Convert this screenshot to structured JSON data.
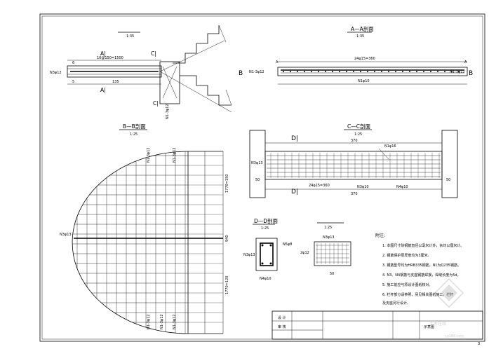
{
  "views": {
    "top_left": {
      "title": "",
      "scale": "1:35",
      "label_a1": "A|",
      "label_a2": "A|",
      "label_c1": "C|",
      "label_c2": "C|",
      "dim_bottom": "135",
      "bar_note": "10@150=1500",
      "left_note": "N3φ12",
      "mark_6": "6",
      "mark_5": "5"
    },
    "section_aa": {
      "title": "A—A剖面",
      "scale": "1:35",
      "mark_b_left": "B",
      "mark_b_right": "B",
      "label_left": "N1-3φ12",
      "label_right": "N1-3φ12",
      "top_dim": "24φ15=360",
      "bottom_note": "N1φ10",
      "dim_bottom": "",
      "mark_a_left": "A",
      "mark_a_right": "A"
    },
    "section_bb": {
      "title": "B—B剖面",
      "scale": "1:25",
      "left_label": "N3φ13",
      "right_dims": [
        "1770=150",
        "1770=120",
        "940"
      ],
      "bottom_labels": [
        "N1-3φ12",
        "N1-3φ12",
        "N1-3φ12"
      ],
      "top_labels": [
        "N1-3φ12",
        "N1-3φ12"
      ]
    },
    "section_cc": {
      "title": "C—C剖面",
      "scale": "1:25",
      "d_top": "D|",
      "d_bottom": "D|",
      "dim_top": "370",
      "dim_top2": "370",
      "bottom_dim": "24φ15=360",
      "left_dim": "50",
      "right_dim": "50",
      "label_left": "N3φ13",
      "label_bottom1": "N3φ10",
      "label_bottom2": "N4φ10",
      "label_top": "N1φ16"
    },
    "section_dd": {
      "title": "D—D剖面",
      "scale": "1:25",
      "label_left": "N3φ13",
      "label_bottom": "N4φ10",
      "label_right": "N5φ8"
    },
    "detail": {
      "title": "",
      "scale": "1:25",
      "label_top": "N3φ13",
      "dim_left": "2φ12",
      "dim_bottom": "50"
    }
  },
  "notes": {
    "heading": "附注:",
    "items": [
      "1. 本图尺寸除钢筋直径以毫米计外，余均以厘米计。",
      "2. 钢筋保护层厚度均为3厘米。",
      "3. 钢筋型号均为HRB335钢筋，N1为Q235钢筋。",
      "4. N3、N4钢筋与支座钢筋焊接，焊缝长度为5d。",
      "5. 施工前应与原设计图纸核对。",
      "6. 栏杆部分请参照，另见相关图纸施工，栏杆",
      "   及支座另行设计。"
    ]
  },
  "title_block": {
    "designer_label": "设 计",
    "checker_label": "审 核",
    "drawing_title": "示意图",
    "watermark": "土木在线",
    "watermark_url": "co188.com",
    "page_number": "3"
  }
}
